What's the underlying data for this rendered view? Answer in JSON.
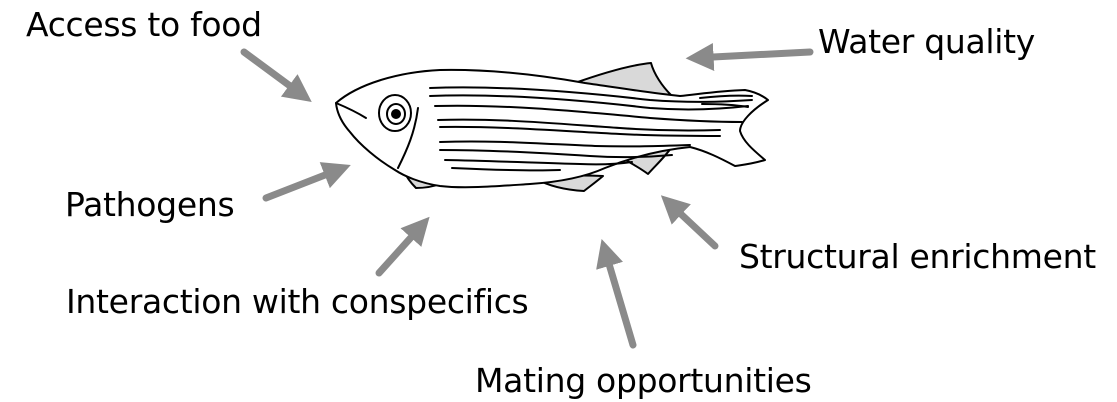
{
  "diagram": {
    "labels": {
      "access_to_food": "Access to food",
      "water_quality": "Water quality",
      "pathogens": "Pathogens",
      "structural_enrichment": "Structural enrichment",
      "interaction_with_conspecifics": "Interaction with conspecifics",
      "mating_opportunities": "Mating opportunities"
    },
    "center_subject": "fish-illustration",
    "colors": {
      "arrow": "#8a8a8a",
      "outline": "#000000",
      "fin_fill": "#d9d9d9",
      "text": "#000000",
      "background": "#ffffff"
    }
  }
}
